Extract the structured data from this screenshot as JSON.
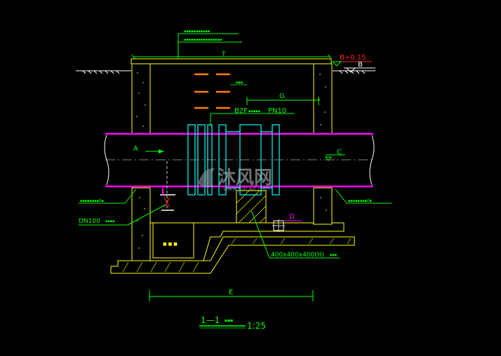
{
  "labels": {
    "elevation_top": "B+0.15",
    "elevation_ground": "B",
    "dim_top": "T",
    "dim_g": "G",
    "valve_label": "B2F",
    "valve_pressure": "PN10",
    "flow_label": "A",
    "pipe_c": "C",
    "dim_d": "D",
    "pier_size": "400x400x400(H)",
    "drain_label": "DN100",
    "dim_e": "E",
    "section_title": "1—1",
    "scale": "1:25"
  },
  "watermark": {
    "brand": "沐风网",
    "url": "www.mfcad.com"
  },
  "colors": {
    "wall": "#ffff00",
    "pipe": "#ff00ff",
    "valve": "#00ffff",
    "dimension": "#00ff00",
    "rung": "#ff8000",
    "accent": "#ff2020"
  }
}
